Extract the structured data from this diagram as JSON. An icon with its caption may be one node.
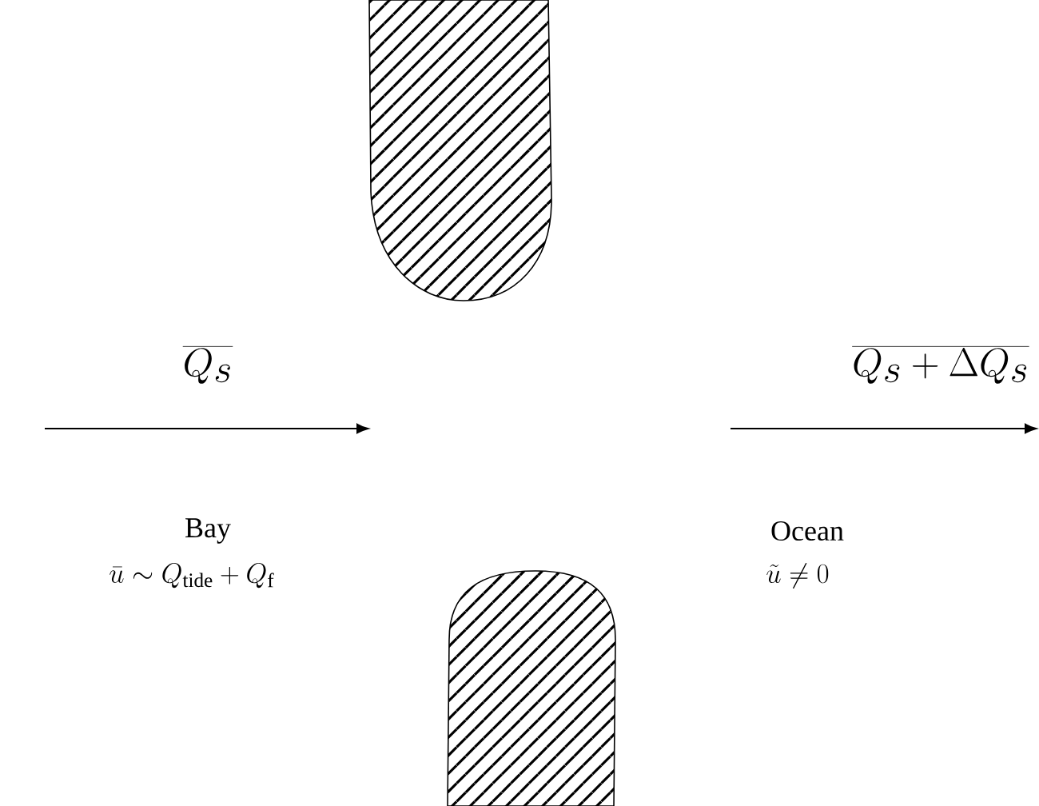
{
  "diagram": {
    "labels": [
      "\\overline{Q_s}",
      "\\overline{Q_s + \\Delta Q_s}",
      "Bay",
      "Ocean",
      "\\bar{u} \\sim Q_{\\mathrm{tide}} + Q_{\\mathrm{f}}",
      "\\tilde{u} \\neq 0"
    ]
  }
}
